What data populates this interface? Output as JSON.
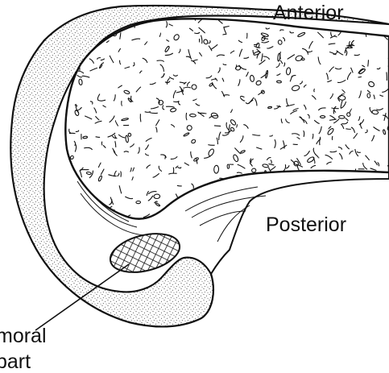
{
  "labels": {
    "anterior": "Anterior",
    "posterior": "Posterior",
    "part1": "moral",
    "part2": "part"
  },
  "colors": {
    "ink": "#111111",
    "paper": "#ffffff"
  }
}
